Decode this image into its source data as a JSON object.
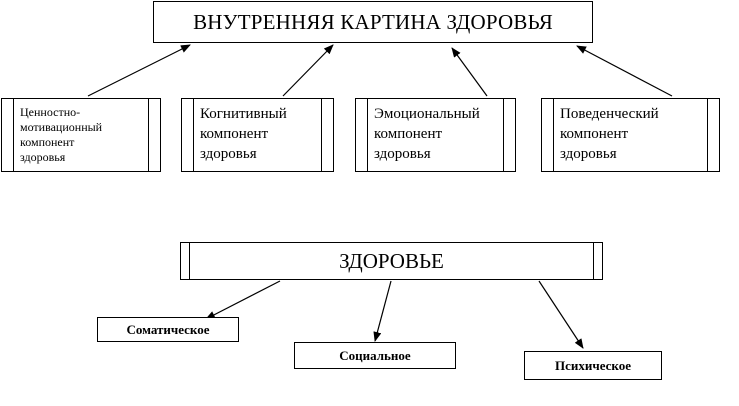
{
  "title": "ВНУТРЕННЯЯ КАРТИНА ЗДОРОВЬЯ",
  "components": [
    {
      "lines": [
        "Ценностно-",
        "мотивационный",
        "компонент",
        "здоровья"
      ]
    },
    {
      "lines": [
        "Когнитивный",
        "компонент",
        "здоровья"
      ]
    },
    {
      "lines": [
        "Эмоциональный",
        "компонент",
        "здоровья"
      ]
    },
    {
      "lines": [
        "Поведенческий",
        "компонент",
        "здоровья"
      ]
    }
  ],
  "health": "ЗДОРОВЬЕ",
  "types": {
    "somatic": "Соматическое",
    "social": "Социальное",
    "psychic": "Психическое"
  }
}
